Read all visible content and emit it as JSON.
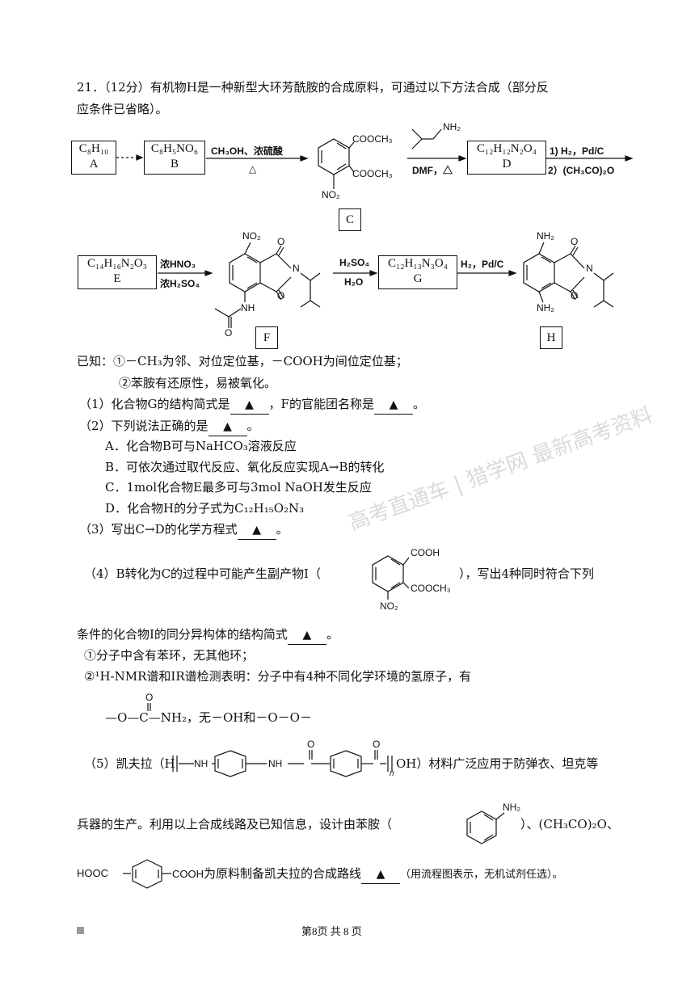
{
  "question": {
    "number_score": "21．（12分）",
    "stem_line1": "有机物H是一种新型大环芳酰胺的合成原料，可通过以下方法合成（部分反",
    "stem_line2": "应条件已省略）。"
  },
  "scheme": {
    "A": {
      "formula": "C₈H₁₀",
      "label": "A"
    },
    "B": {
      "formula": "C₈H₅NO₆",
      "label": "B"
    },
    "C": {
      "label": "C",
      "ester1": "COOCH₃",
      "ester2": "COOCH₃",
      "nitro": "NO₂"
    },
    "D": {
      "formula": "C₁₂H₁₂N₂O₄",
      "label": "D"
    },
    "E": {
      "formula": "C₁₄H₁₆N₂O₃",
      "label": "E"
    },
    "F": {
      "label": "F",
      "nitro": "NO₂",
      "nh": "NH",
      "n": "N",
      "o1": "O",
      "o2": "O",
      "o3": "O"
    },
    "G": {
      "formula": "C₁₂H₁₃N₃O₄",
      "label": "G"
    },
    "H": {
      "label": "H",
      "nh2_top": "NH₂",
      "nh2_bot": "NH₂",
      "n": "N",
      "o1": "O",
      "o2": "O"
    },
    "cond_BC_top": "CH₃OH、浓硫酸",
    "cond_BC_bot": "△",
    "reagent_amine": "NH₂",
    "cond_CD_bot": "DMF，△",
    "cond_DE_1": "1) H₂，Pd/C",
    "cond_DE_2": "2）(CH₃CO)₂O",
    "cond_EF_1": "浓HNO₃",
    "cond_EF_2": "浓H₂SO₄",
    "cond_FG_1": "H₂SO₄",
    "cond_FG_2": "H₂O",
    "cond_GH": "H₂，Pd/C"
  },
  "known": {
    "title": "已知：",
    "item1": "①－CH₃为邻、对位定位基，－COOH为间位定位基；",
    "item2": "②苯胺有还原性，易被氧化。"
  },
  "q1": {
    "pre": "（1）化合物G的结构简式是",
    "mid": "，F的官能团名称是",
    "post": "。"
  },
  "q2": {
    "pre": "（2）下列说法正确的是",
    "post": "。",
    "A": "A．化合物B可与NaHCO₃溶液反应",
    "B": "B．可依次通过取代反应、氧化反应实现A→B的转化",
    "C": "C．1mol化合物E最多可与3mol NaOH发生反应",
    "D": "D．化合物H的分子式为C₁₂H₁₅O₂N₃"
  },
  "q3": {
    "pre": "（3）写出C→D的化学方程式",
    "post": "。"
  },
  "q4": {
    "pre": "（4）B转化为C的过程中可能产生副产物I（",
    "post": "），写出4种同时符合下列",
    "struct_cooh": "COOH",
    "struct_ester": "COOCH₃",
    "struct_nitro": "NO₂",
    "line2_pre": "条件的化合物I的同分异构体的结构简式",
    "line2_post": "。",
    "cond1": "①分子中含有苯环，无其他环；",
    "cond2": "②¹H-NMR谱和IR谱检测表明：分子中有4种不同化学环境的氢原子，有",
    "cond3_group": "—O—C—NH₂",
    "cond3_o": "O",
    "cond3_rest": "，无－OH和－O－O－"
  },
  "q5": {
    "pre": "（5）凯夫拉（H",
    "post": "OH）材料广泛应用于防弹衣、坦克等",
    "nh1": "NH",
    "nh2": "NH",
    "o1": "O",
    "o2": "O",
    "n": "n",
    "line2_pre": "兵器的生产。利用以上合成线路及已知信息，设计由苯胺（",
    "line2_amine": "NH₂",
    "line2_post": "）、(CH₃CO)₂O、",
    "line3_hooc": "HOOC",
    "line3_cooh": "COOH",
    "line3_post": "为原料制备凯夫拉的合成路线",
    "line3_end": "（用流程图表示，无机试剂任选）。"
  },
  "answer_mark": "▲",
  "footer": {
    "page": "第8页  共 8 页"
  },
  "watermark": {
    "text": "高考直通车 | 猎学网 最新高考资料"
  }
}
